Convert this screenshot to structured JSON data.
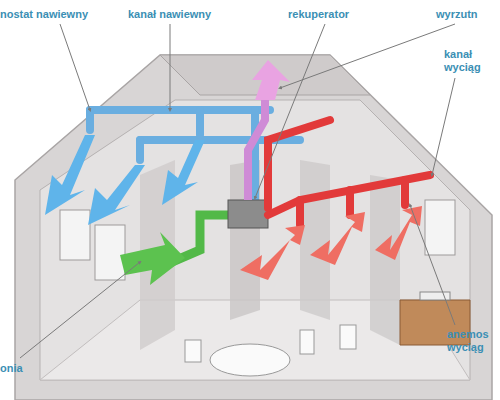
{
  "diagram": {
    "labels": [
      "nostat nawiewny",
      "kanał nawiewny",
      "rekuperator",
      "wyrzutn",
      "kanał wyciąg",
      "anemos wyciąg",
      "onia"
    ]
  }
}
